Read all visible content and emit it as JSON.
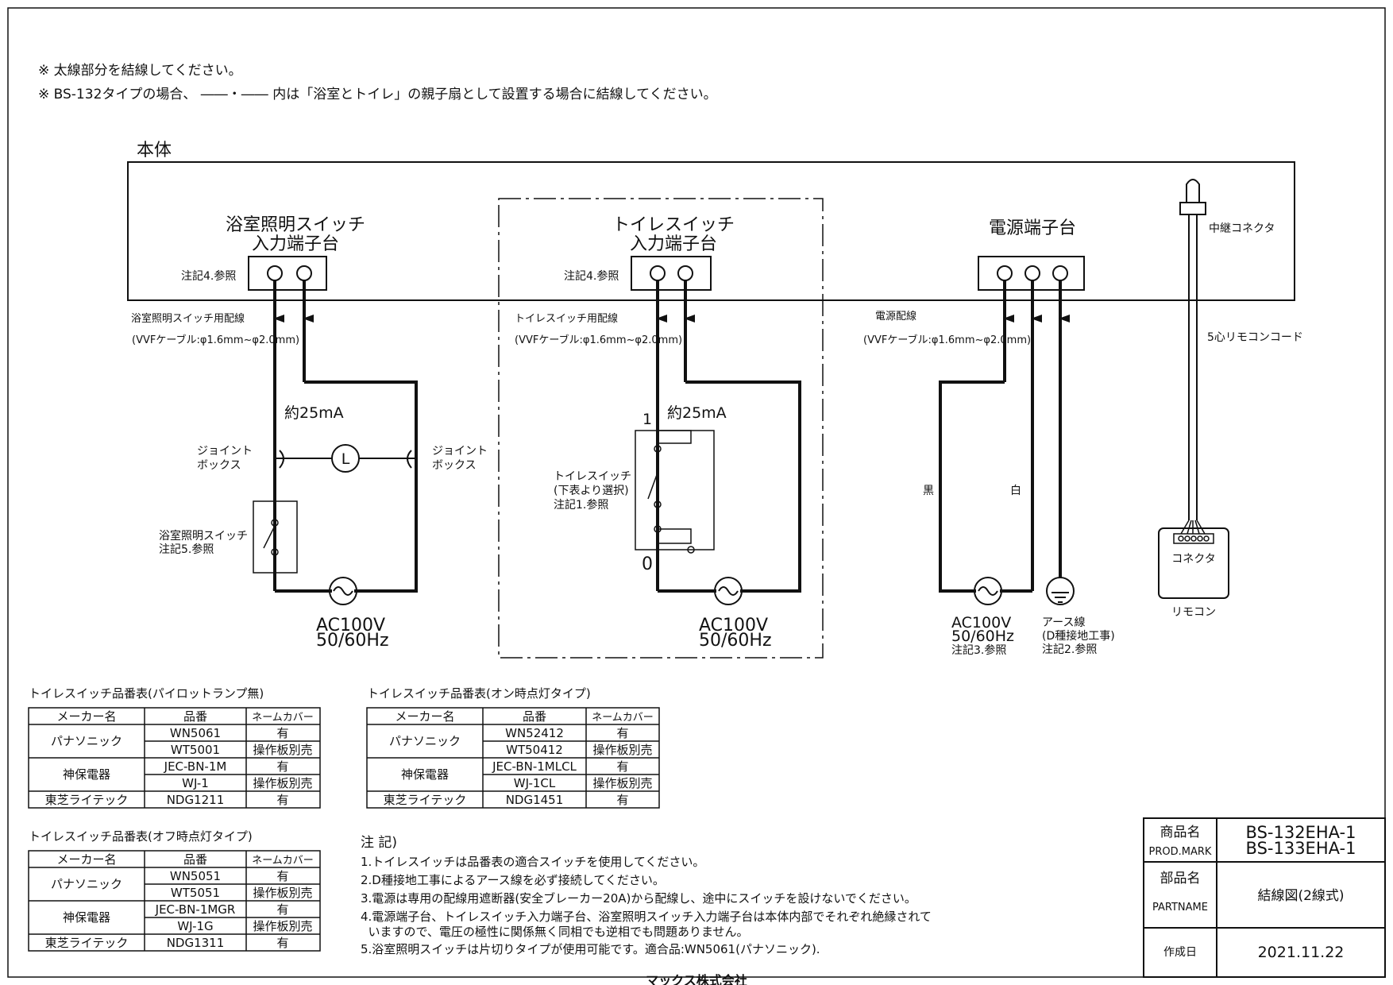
{
  "notes_top": {
    "line1": "※ 太線部分を結線してください。",
    "line2": "※ BS-132タイプの場合、 ――・―― 内は「浴室とトイレ」の親子扇として設置する場合に結線してください。"
  },
  "body_label": "本体",
  "bath_block": {
    "title1": "浴室照明スイッチ",
    "title2": "入力端子台",
    "ref": "注記4.参照",
    "wiring_label": "浴室照明スイッチ用配線",
    "cable": "(VVFケーブル:φ1.6mm~φ2.0mm)",
    "current": "約25mA",
    "joint_left": [
      "ジョイント",
      "ボックス"
    ],
    "joint_right": [
      "ジョイント",
      "ボックス"
    ],
    "lamp": "L",
    "switch_label": [
      "浴室照明スイッチ",
      "注記5.参照"
    ],
    "ac": [
      "AC100V",
      "50/60Hz"
    ]
  },
  "toilet_block": {
    "title1": "トイレスイッチ",
    "title2": "入力端子台",
    "ref": "注記4.参照",
    "wiring_label": "トイレスイッチ用配線",
    "cable": "(VVFケーブル:φ1.6mm~φ2.0mm)",
    "current": "約25mA",
    "pin1": "1",
    "pin0": "0",
    "switch_label": [
      "トイレスイッチ",
      "(下表より選択)",
      "注記1.参照"
    ],
    "ac": [
      "AC100V",
      "50/60Hz"
    ]
  },
  "power_block": {
    "title": "電源端子台",
    "wiring_label": "電源配線",
    "cable": "(VVFケーブル:φ1.6mm~φ2.0mm)",
    "black": "黒",
    "white": "白",
    "ac": [
      "AC100V",
      "50/60Hz",
      "注記3.参照"
    ],
    "earth": [
      "アース線",
      "(D種接地工事)",
      "注記2.参照"
    ]
  },
  "remote_block": {
    "relay": "中継コネクタ",
    "cord": "5心リモコンコード",
    "connector": "コネクタ",
    "remote": "リモコン"
  },
  "table_headers": [
    "メーカー名",
    "品番",
    "ネームカバー"
  ],
  "tables": [
    {
      "title": "トイレスイッチ品番表(パイロットランプ無)",
      "rows": [
        {
          "maker": "パナソニック",
          "items": [
            [
              "WN5061",
              "有"
            ],
            [
              "WT5001",
              "操作板別売"
            ]
          ]
        },
        {
          "maker": "神保電器",
          "items": [
            [
              "JEC-BN-1M",
              "有"
            ],
            [
              "WJ-1",
              "操作板別売"
            ]
          ]
        },
        {
          "maker": "東芝ライテック",
          "items": [
            [
              "NDG1211",
              "有"
            ]
          ]
        }
      ]
    },
    {
      "title": "トイレスイッチ品番表(オン時点灯タイプ)",
      "rows": [
        {
          "maker": "パナソニック",
          "items": [
            [
              "WN52412",
              "有"
            ],
            [
              "WT50412",
              "操作板別売"
            ]
          ]
        },
        {
          "maker": "神保電器",
          "items": [
            [
              "JEC-BN-1MLCL",
              "有"
            ],
            [
              "WJ-1CL",
              "操作板別売"
            ]
          ]
        },
        {
          "maker": "東芝ライテック",
          "items": [
            [
              "NDG1451",
              "有"
            ]
          ]
        }
      ]
    },
    {
      "title": "トイレスイッチ品番表(オフ時点灯タイプ)",
      "rows": [
        {
          "maker": "パナソニック",
          "items": [
            [
              "WN5051",
              "有"
            ],
            [
              "WT5051",
              "操作板別売"
            ]
          ]
        },
        {
          "maker": "神保電器",
          "items": [
            [
              "JEC-BN-1MGR",
              "有"
            ],
            [
              "WJ-1G",
              "操作板別売"
            ]
          ]
        },
        {
          "maker": "東芝ライテック",
          "items": [
            [
              "NDG1311",
              "有"
            ]
          ]
        }
      ]
    }
  ],
  "footnotes": {
    "title": "注 記)",
    "lines": [
      "1.トイレスイッチは品番表の適合スイッチを使用してください。",
      "2.D種接地工事によるアース線を必ず接続してください。",
      "3.電源は専用の配線用遮断器(安全ブレーカー20A)から配線し、途中にスイッチを設けないでください。",
      "4.電源端子台、トイレスイッチ入力端子台、浴室照明スイッチ入力端子台は本体内部でそれぞれ絶縁されて",
      "  いますので、電圧の極性に関係無く同相でも逆相でも問題ありません。",
      "5.浴室照明スイッチは片切りタイプが使用可能です。適合品:WN5061(パナソニック)."
    ]
  },
  "title_block": {
    "product_label": "商品名",
    "product_label_en": "PROD.MARK",
    "product_values": [
      "BS-132EHA-1",
      "BS-133EHA-1"
    ],
    "part_label": "部品名",
    "part_label_en": "PARTNAME",
    "part_value": "結線図(2線式)",
    "date_label": "作成日",
    "date_value": "2021.11.22"
  },
  "company": "マックス株式会社"
}
